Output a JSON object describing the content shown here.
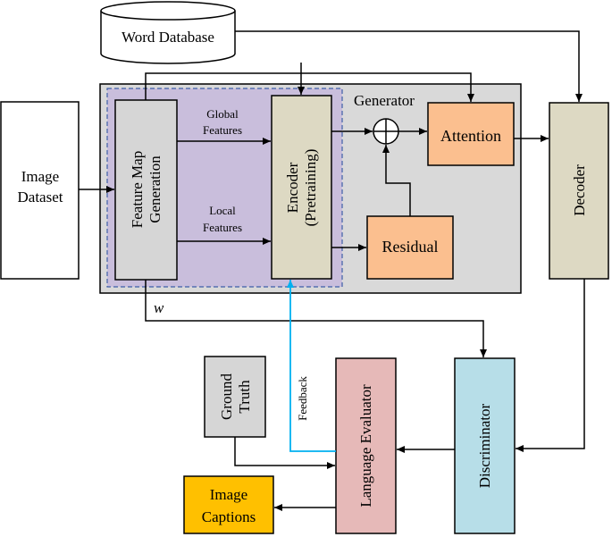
{
  "diagram": {
    "word_database": "Word Database",
    "image_dataset": [
      "Image",
      "Dataset"
    ],
    "generator": "Generator",
    "feature_map_generation": [
      "Feature Map",
      "Generation"
    ],
    "global_features": [
      "Global",
      "Features"
    ],
    "local_features": [
      "Local",
      "Features"
    ],
    "encoder": [
      "Encoder",
      "(Pretraining)"
    ],
    "attention": "Attention",
    "residual": "Residual",
    "decoder": "Decoder",
    "w_label": "w",
    "ground_truth": [
      "Ground",
      "Truth"
    ],
    "feedback": "Feedback",
    "language_evaluator": "Language Evaluator",
    "discriminator": "Discriminator",
    "image_captions": [
      "Image",
      "Captions"
    ]
  },
  "colors": {
    "generator_bg": "#d9d9d9",
    "feature_region_bg": "#c9bedc",
    "feature_region_border": "#3f5fa8",
    "feature_map_box": "#d6d6d6",
    "encoder_box": "#ddd9c3",
    "attention_box": "#fbbf8f",
    "residual_box": "#fbbf8f",
    "decoder_box": "#ddd9c3",
    "ground_truth_box": "#d6d6d6",
    "language_evaluator_box": "#e6b9b8",
    "discriminator_box": "#b7dee8",
    "image_captions_box": "#ffc000",
    "feedback_arrow": "#00b0f0"
  }
}
